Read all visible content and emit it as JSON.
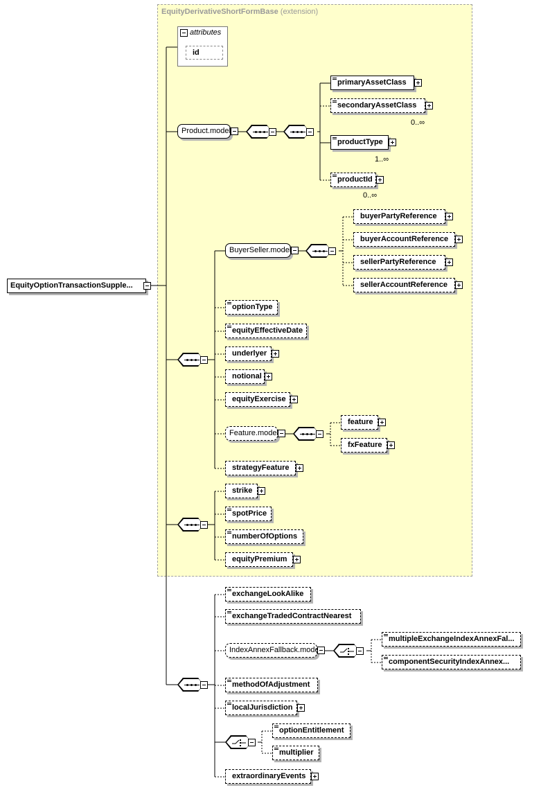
{
  "extension": {
    "name": "EquityDerivativeShortFormBase",
    "suffix": "(extension)"
  },
  "attributes": {
    "title": "attributes",
    "items": [
      "id"
    ]
  },
  "root": {
    "label": "EquityOptionTransactionSupple..."
  },
  "product_model": {
    "label": "Product.model",
    "elements": [
      {
        "label": "primaryAssetClass",
        "multiplicity": ""
      },
      {
        "label": "secondaryAssetClass",
        "multiplicity": "0..∞"
      },
      {
        "label": "productType",
        "multiplicity": "1..∞"
      },
      {
        "label": "productId",
        "multiplicity": "0..∞"
      }
    ]
  },
  "buyer_seller_model": {
    "label": "BuyerSeller.model",
    "elements": [
      "buyerPartyReference",
      "buyerAccountReference",
      "sellerPartyReference",
      "sellerAccountReference"
    ]
  },
  "sequence2": [
    "optionType",
    "equityEffectiveDate",
    "underlyer",
    "notional",
    "equityExercise"
  ],
  "feature_model": {
    "label": "Feature.model",
    "elements": [
      "feature",
      "fxFeature"
    ]
  },
  "strategy_feature": "strategyFeature",
  "sequence3": [
    "strike",
    "spotPrice",
    "numberOfOptions",
    "equityPremium"
  ],
  "sequence4": {
    "top": [
      "exchangeLookAlike",
      "exchangeTradedContractNearest"
    ],
    "index_annex_model": {
      "label": "IndexAnnexFallback.model",
      "elements": [
        "multipleExchangeIndexAnnexFal...",
        "componentSecurityIndexAnnex..."
      ]
    },
    "middle": [
      "methodOfAdjustment",
      "localJurisdiction"
    ],
    "choice": [
      "optionEntitlement",
      "multiplier"
    ],
    "bottom": [
      "extraordinaryEvents"
    ]
  }
}
